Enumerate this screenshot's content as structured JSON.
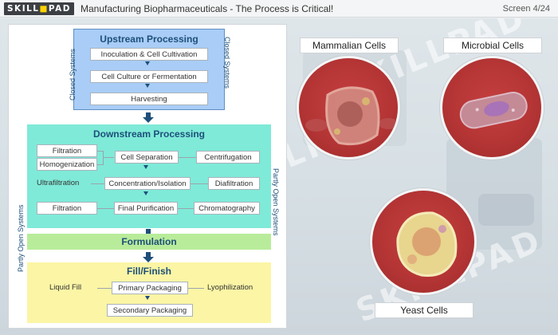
{
  "header": {
    "logo_left": "SKILL",
    "logo_right": "PAD",
    "title": "Manufacturing Biopharmaceuticals - The Process is Critical!",
    "screen_counter": "Screen 4/24"
  },
  "flow": {
    "upstream": {
      "title": "Upstream Processing",
      "steps": [
        "Inoculation & Cell Cultivation",
        "Cell Culture or Fermentation",
        "Harvesting"
      ],
      "side_label": "Closed Systems",
      "color": "#a9cdf6"
    },
    "downstream": {
      "title": "Downstream Processing",
      "side_label": "Partly Open Systems",
      "color": "#7fead8",
      "rows": {
        "filtration_1": "Filtration",
        "homogenization": "Homogenization",
        "cell_separation": "Cell Separation",
        "centrifugation": "Centrifugation",
        "ultrafiltration": "Ultrafiltration",
        "concentration": "Concentration/Isolation",
        "diafiltration": "Diafiltration",
        "filtration_2": "Filtration",
        "final_purification": "Final Purification",
        "chromatography": "Chromatography"
      }
    },
    "formulation": {
      "title": "Formulation",
      "color": "#b8ec9a"
    },
    "fill_finish": {
      "title": "Fill/Finish",
      "color": "#fbf5a5",
      "liquid_fill": "Liquid Fill",
      "primary_packaging": "Primary Packaging",
      "lyophilization": "Lyophilization",
      "secondary_packaging": "Secondary Packaging"
    }
  },
  "cells": {
    "mammalian": "Mammalian Cells",
    "microbial": "Microbial Cells",
    "yeast": "Yeast Cells"
  },
  "watermark": "SKILLPAD"
}
